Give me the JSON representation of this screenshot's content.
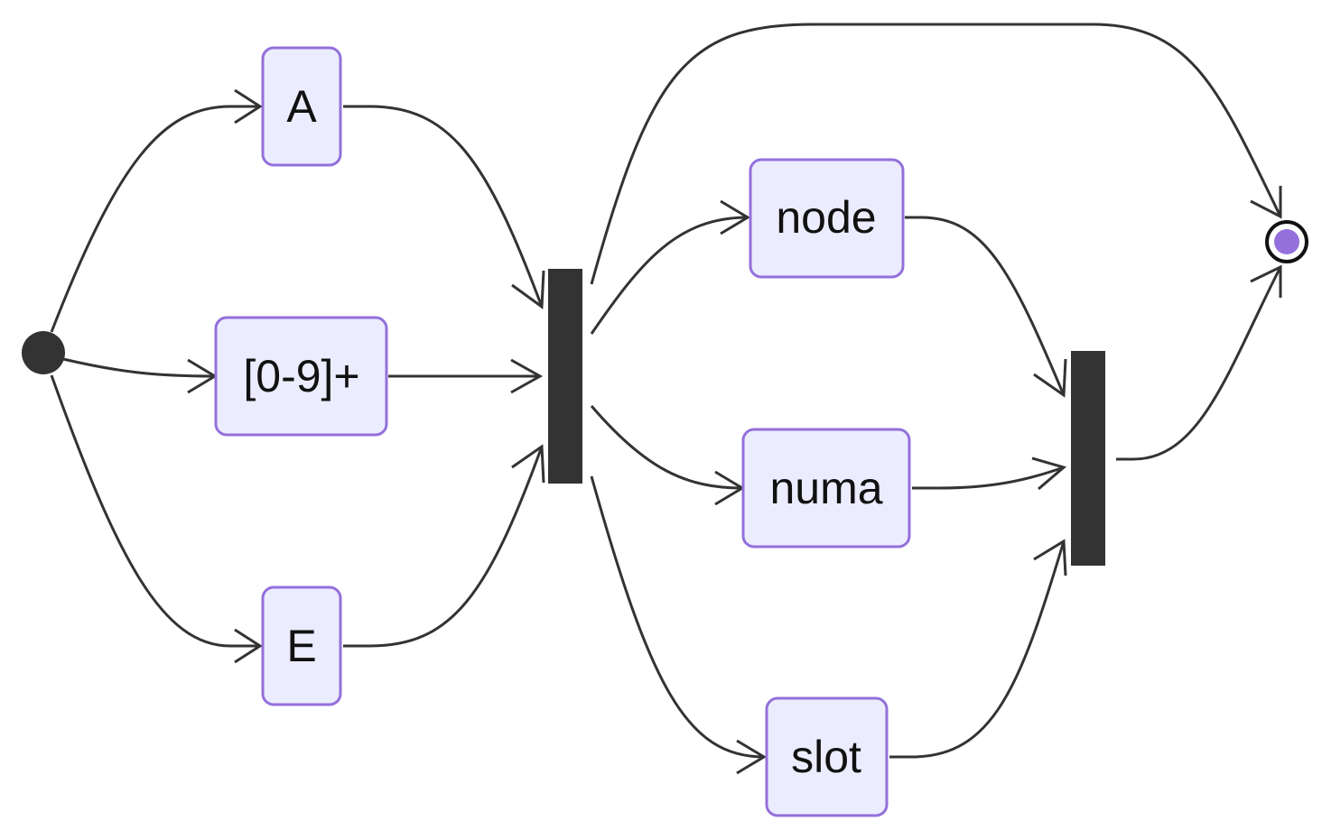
{
  "diagram": {
    "type": "state-diagram",
    "states": {
      "a": "A",
      "range": "[0-9]+",
      "e": "E",
      "node": "node",
      "numa": "numa",
      "slot": "slot"
    },
    "colors": {
      "state_fill": "#ECECFF",
      "state_border": "#9370DB",
      "edge": "#333333",
      "end_inner": "#9370DB",
      "start": "#333333"
    },
    "transitions": [
      {
        "from": "start",
        "to": "A"
      },
      {
        "from": "start",
        "to": "[0-9]+"
      },
      {
        "from": "start",
        "to": "E"
      },
      {
        "from": "A",
        "to": "fork"
      },
      {
        "from": "[0-9]+",
        "to": "fork"
      },
      {
        "from": "E",
        "to": "fork"
      },
      {
        "from": "fork",
        "to": "end"
      },
      {
        "from": "fork",
        "to": "node"
      },
      {
        "from": "fork",
        "to": "numa"
      },
      {
        "from": "fork",
        "to": "slot"
      },
      {
        "from": "node",
        "to": "join"
      },
      {
        "from": "numa",
        "to": "join"
      },
      {
        "from": "slot",
        "to": "join"
      },
      {
        "from": "join",
        "to": "end"
      }
    ]
  }
}
